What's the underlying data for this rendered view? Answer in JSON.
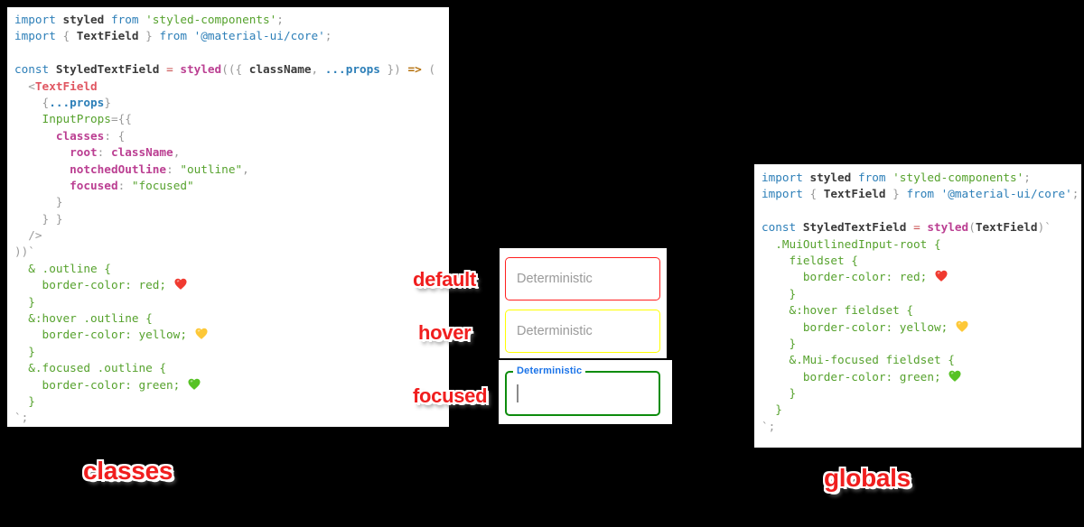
{
  "canvas": {
    "background": "#000000"
  },
  "annotations": {
    "default": "default",
    "hover": "hover",
    "focused": "focused"
  },
  "captions": {
    "left": "classes",
    "right": "globals"
  },
  "fields": {
    "default": {
      "placeholder": "Deterministic",
      "border": "#ff1f1f"
    },
    "hover": {
      "placeholder": "Deterministic",
      "border": "#ffff00"
    },
    "focused": {
      "float_label": "Deterministic",
      "border": "#0d8c0d",
      "label_color": "#1a73e8",
      "value": ""
    }
  },
  "colors": {
    "keyword_blue": "#2d7fb8",
    "string_green": "#56a22d",
    "key_magenta": "#bb3f92",
    "styled_pink": "#bb3f92",
    "tag_red": "#e05661",
    "arrow_orange": "#b5700c",
    "text_dark": "#3a3a3a",
    "punct_gray": "#9a9a9a",
    "equals_red": "#c94f4f",
    "heart_red": "#f03a30",
    "heart_yellow": "#fdc838",
    "heart_green": "#57c225",
    "annotation_red": "#f01e1e",
    "focused_label_blue": "#1a73e8",
    "placeholder_gray": "#9a9a9a"
  },
  "code_left": {
    "lines": [
      [
        [
          "kw",
          "import"
        ],
        [
          "id",
          " styled "
        ],
        [
          "kw",
          "from"
        ],
        [
          "pl",
          " "
        ],
        [
          "grn",
          "'styled-components'"
        ],
        [
          "pun",
          ";"
        ]
      ],
      [
        [
          "kw",
          "import"
        ],
        [
          "pun",
          " { "
        ],
        [
          "id",
          "TextField"
        ],
        [
          "pun",
          " } "
        ],
        [
          "kw",
          "from"
        ],
        [
          "pl",
          " "
        ],
        [
          "blu",
          "'@material-ui/core'"
        ],
        [
          "pun",
          ";"
        ]
      ],
      [],
      [
        [
          "kw",
          "const"
        ],
        [
          "id",
          " StyledTextField "
        ],
        [
          "eq",
          "="
        ],
        [
          "pl",
          " "
        ],
        [
          "mag",
          "styled"
        ],
        [
          "pun",
          "(({ "
        ],
        [
          "id",
          "className"
        ],
        [
          "pun",
          ", "
        ],
        [
          "kwb",
          "...props"
        ],
        [
          "pun",
          " }) "
        ],
        [
          "org",
          "=>"
        ],
        [
          "pun",
          " ("
        ]
      ],
      [
        [
          "pun",
          "  <"
        ],
        [
          "tag",
          "TextField"
        ]
      ],
      [
        [
          "pun",
          "    {"
        ],
        [
          "kwb",
          "...props"
        ],
        [
          "pun",
          "}"
        ]
      ],
      [
        [
          "grn",
          "    InputProps"
        ],
        [
          "pun",
          "={{"
        ]
      ],
      [
        [
          "mag",
          "      classes"
        ],
        [
          "pun",
          ": {"
        ]
      ],
      [
        [
          "mag",
          "        root"
        ],
        [
          "pun",
          ": "
        ],
        [
          "mag",
          "className"
        ],
        [
          "pun",
          ","
        ]
      ],
      [
        [
          "mag",
          "        notchedOutline"
        ],
        [
          "pun",
          ": "
        ],
        [
          "grn",
          "\"outline\""
        ],
        [
          "pun",
          ","
        ]
      ],
      [
        [
          "mag",
          "        focused"
        ],
        [
          "pun",
          ": "
        ],
        [
          "grn",
          "\"focused\""
        ]
      ],
      [
        [
          "pun",
          "      }"
        ]
      ],
      [
        [
          "pun",
          "    } }"
        ]
      ],
      [
        [
          "pun",
          "  />"
        ]
      ],
      [
        [
          "pun",
          "))`"
        ]
      ],
      [
        [
          "grn",
          "  & .outline {"
        ]
      ],
      [
        [
          "grn",
          "    border-color: red; "
        ],
        [
          "heart",
          "red"
        ]
      ],
      [
        [
          "grn",
          "  }"
        ]
      ],
      [
        [
          "grn",
          "  &:hover .outline {"
        ]
      ],
      [
        [
          "grn",
          "    border-color: yellow; "
        ],
        [
          "heart",
          "yellow"
        ]
      ],
      [
        [
          "grn",
          "  }"
        ]
      ],
      [
        [
          "grn",
          "  &.focused .outline {"
        ]
      ],
      [
        [
          "grn",
          "    border-color: green; "
        ],
        [
          "heart",
          "green"
        ]
      ],
      [
        [
          "grn",
          "  }"
        ]
      ],
      [
        [
          "pun",
          "`;"
        ]
      ]
    ]
  },
  "code_right": {
    "lines": [
      [
        [
          "kw",
          "import"
        ],
        [
          "id",
          " styled "
        ],
        [
          "kw",
          "from"
        ],
        [
          "pl",
          " "
        ],
        [
          "grn",
          "'styled-components'"
        ],
        [
          "pun",
          ";"
        ]
      ],
      [
        [
          "kw",
          "import"
        ],
        [
          "pun",
          " { "
        ],
        [
          "id",
          "TextField"
        ],
        [
          "pun",
          " } "
        ],
        [
          "kw",
          "from"
        ],
        [
          "pl",
          " "
        ],
        [
          "blu",
          "'@material-ui/core'"
        ],
        [
          "pun",
          ";"
        ]
      ],
      [],
      [
        [
          "kw",
          "const"
        ],
        [
          "id",
          " StyledTextField "
        ],
        [
          "eq",
          "="
        ],
        [
          "pl",
          " "
        ],
        [
          "mag",
          "styled"
        ],
        [
          "pun",
          "("
        ],
        [
          "id",
          "TextField"
        ],
        [
          "pun",
          ")`"
        ]
      ],
      [
        [
          "grn",
          "  .MuiOutlinedInput-root {"
        ]
      ],
      [
        [
          "grn",
          "    fieldset {"
        ]
      ],
      [
        [
          "grn",
          "      border-color: red; "
        ],
        [
          "heart",
          "red"
        ]
      ],
      [
        [
          "grn",
          "    }"
        ]
      ],
      [
        [
          "grn",
          "    &:hover fieldset {"
        ]
      ],
      [
        [
          "grn",
          "      border-color: yellow; "
        ],
        [
          "heart",
          "yellow"
        ]
      ],
      [
        [
          "grn",
          "    }"
        ]
      ],
      [
        [
          "grn",
          "    &.Mui-focused fieldset {"
        ]
      ],
      [
        [
          "grn",
          "      border-color: green; "
        ],
        [
          "heart",
          "green"
        ]
      ],
      [
        [
          "grn",
          "    }"
        ]
      ],
      [
        [
          "grn",
          "  }"
        ]
      ],
      [
        [
          "pun",
          "`;"
        ]
      ]
    ]
  }
}
